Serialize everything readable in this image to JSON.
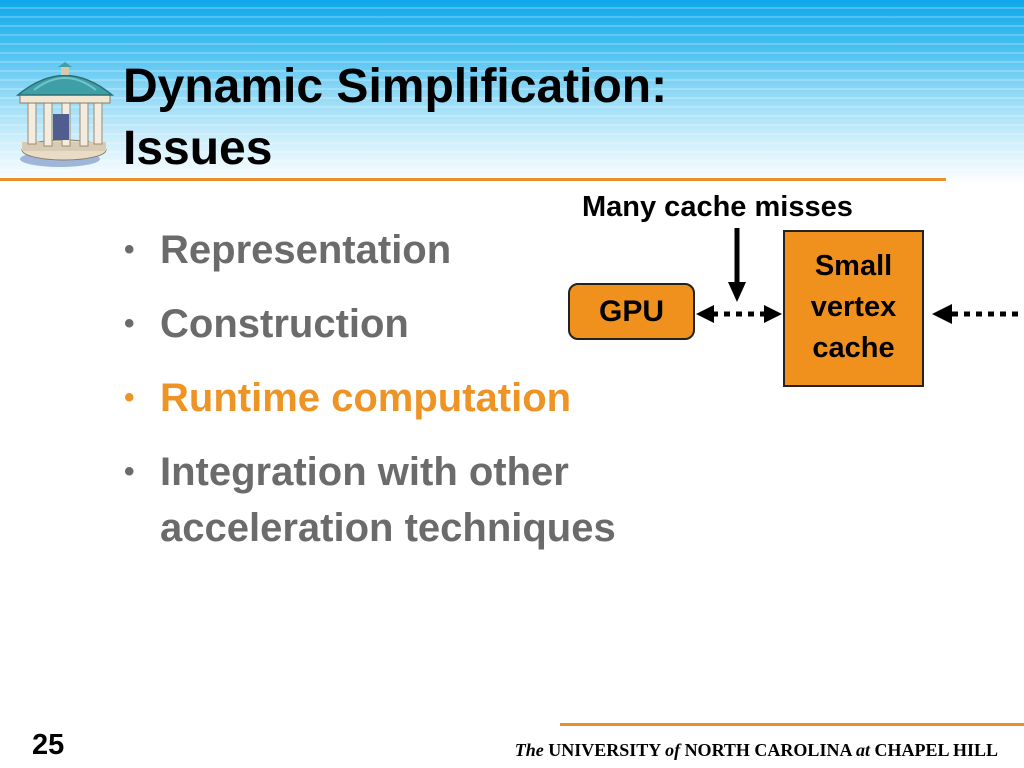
{
  "title": {
    "line1": "Dynamic Simplification:",
    "line2": "Issues"
  },
  "logo": {
    "icon": "old-well-rotunda-icon"
  },
  "bullets": [
    {
      "text": "Representation",
      "highlighted": false
    },
    {
      "text": "Construction",
      "highlighted": false
    },
    {
      "text": "Runtime computation",
      "highlighted": true
    },
    {
      "lines": [
        "Integration with other",
        "acceleration techniques"
      ],
      "highlighted": false
    }
  ],
  "bullet_marker": "•",
  "diagram": {
    "cache_misses_label": "Many cache misses",
    "gpu_label": "GPU",
    "cache_lines": [
      "Small",
      "vertex",
      "cache"
    ]
  },
  "footer": {
    "slide_number": "25",
    "the": "The",
    "university": "UNIVERSITY",
    "of": "of",
    "state": "NORTH CAROLINA",
    "at": "at",
    "campus": "CHAPEL HILL"
  },
  "colors": {
    "accent_orange": "#ee9425",
    "box_fill": "#f0901d",
    "bullet_gray": "#6b6b6b",
    "header_blue": "#0fa8ea",
    "rule_orange": "#e8902a"
  }
}
